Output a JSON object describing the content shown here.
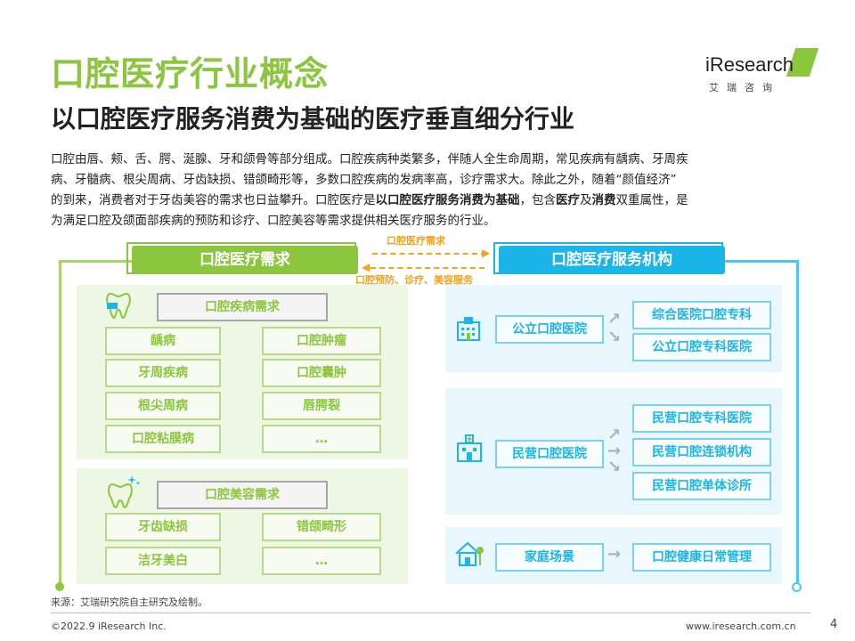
{
  "header": {
    "title": "口腔医疗行业概念",
    "subtitle": "以口腔医疗服务消费为基础的医疗垂直细分行业",
    "logo_main": "iResearch",
    "logo_sub": "艾瑞咨询"
  },
  "intro": {
    "line1": "口腔由唇、颊、舌、腭、涎腺、牙和颌骨等部分组成。口腔疾病种类繁多，伴随人全生命周期，常见疾病有龋病、牙周疾",
    "line2": "病、牙髓病、根尖周病、牙齿缺损、错颌畸形等，多数口腔疾病的发病率高，诊疗需求大。除此之外，随着“颜值经济”",
    "line3a": "的到来，消费者对于牙齿美容的需求也日益攀升。口腔医疗是",
    "line3b": "以口腔医疗服务消费为基础",
    "line3c": "，包含",
    "line3d": "医疗",
    "line3e": "及",
    "line3f": "消费",
    "line3g": "双重属性，是",
    "line4": "为满足口腔及颌面部疾病的预防和诊疗、口腔美容等需求提供相关医疗服务的行业。"
  },
  "left": {
    "header": "口腔医疗需求",
    "disease": {
      "title": "口腔疾病需求",
      "items": [
        "龋病",
        "口腔肿瘤",
        "牙周疾病",
        "口腔囊肿",
        "根尖周病",
        "唇腭裂",
        "口腔粘膜病",
        "…"
      ]
    },
    "beauty": {
      "title": "口腔美容需求",
      "items": [
        "牙齿缺损",
        "错颌畸形",
        "洁牙美白",
        "…"
      ]
    }
  },
  "middle": {
    "top_label": "口腔医疗需求",
    "bottom_label": "口腔预防、诊疗、美容服务"
  },
  "right": {
    "header": "口腔医疗服务机构",
    "public": {
      "name": "公立口腔医院",
      "subs": [
        "综合医院口腔专科",
        "公立口腔专科医院"
      ]
    },
    "private": {
      "name": "民营口腔医院",
      "subs": [
        "民营口腔专科医院",
        "民营口腔连锁机构",
        "民营口腔单体诊所"
      ]
    },
    "home": {
      "name": "家庭场景",
      "subs": [
        "口腔健康日常管理"
      ]
    }
  },
  "footer": {
    "source": "来源：艾瑞研究院自主研究及绘制。",
    "copyright": "©2022.9 iResearch Inc.",
    "url": "www.iresearch.com.cn",
    "page": "4"
  },
  "colors": {
    "green": "#8cc63f",
    "blue": "#1cb5e7",
    "orange": "#f4a21b"
  }
}
